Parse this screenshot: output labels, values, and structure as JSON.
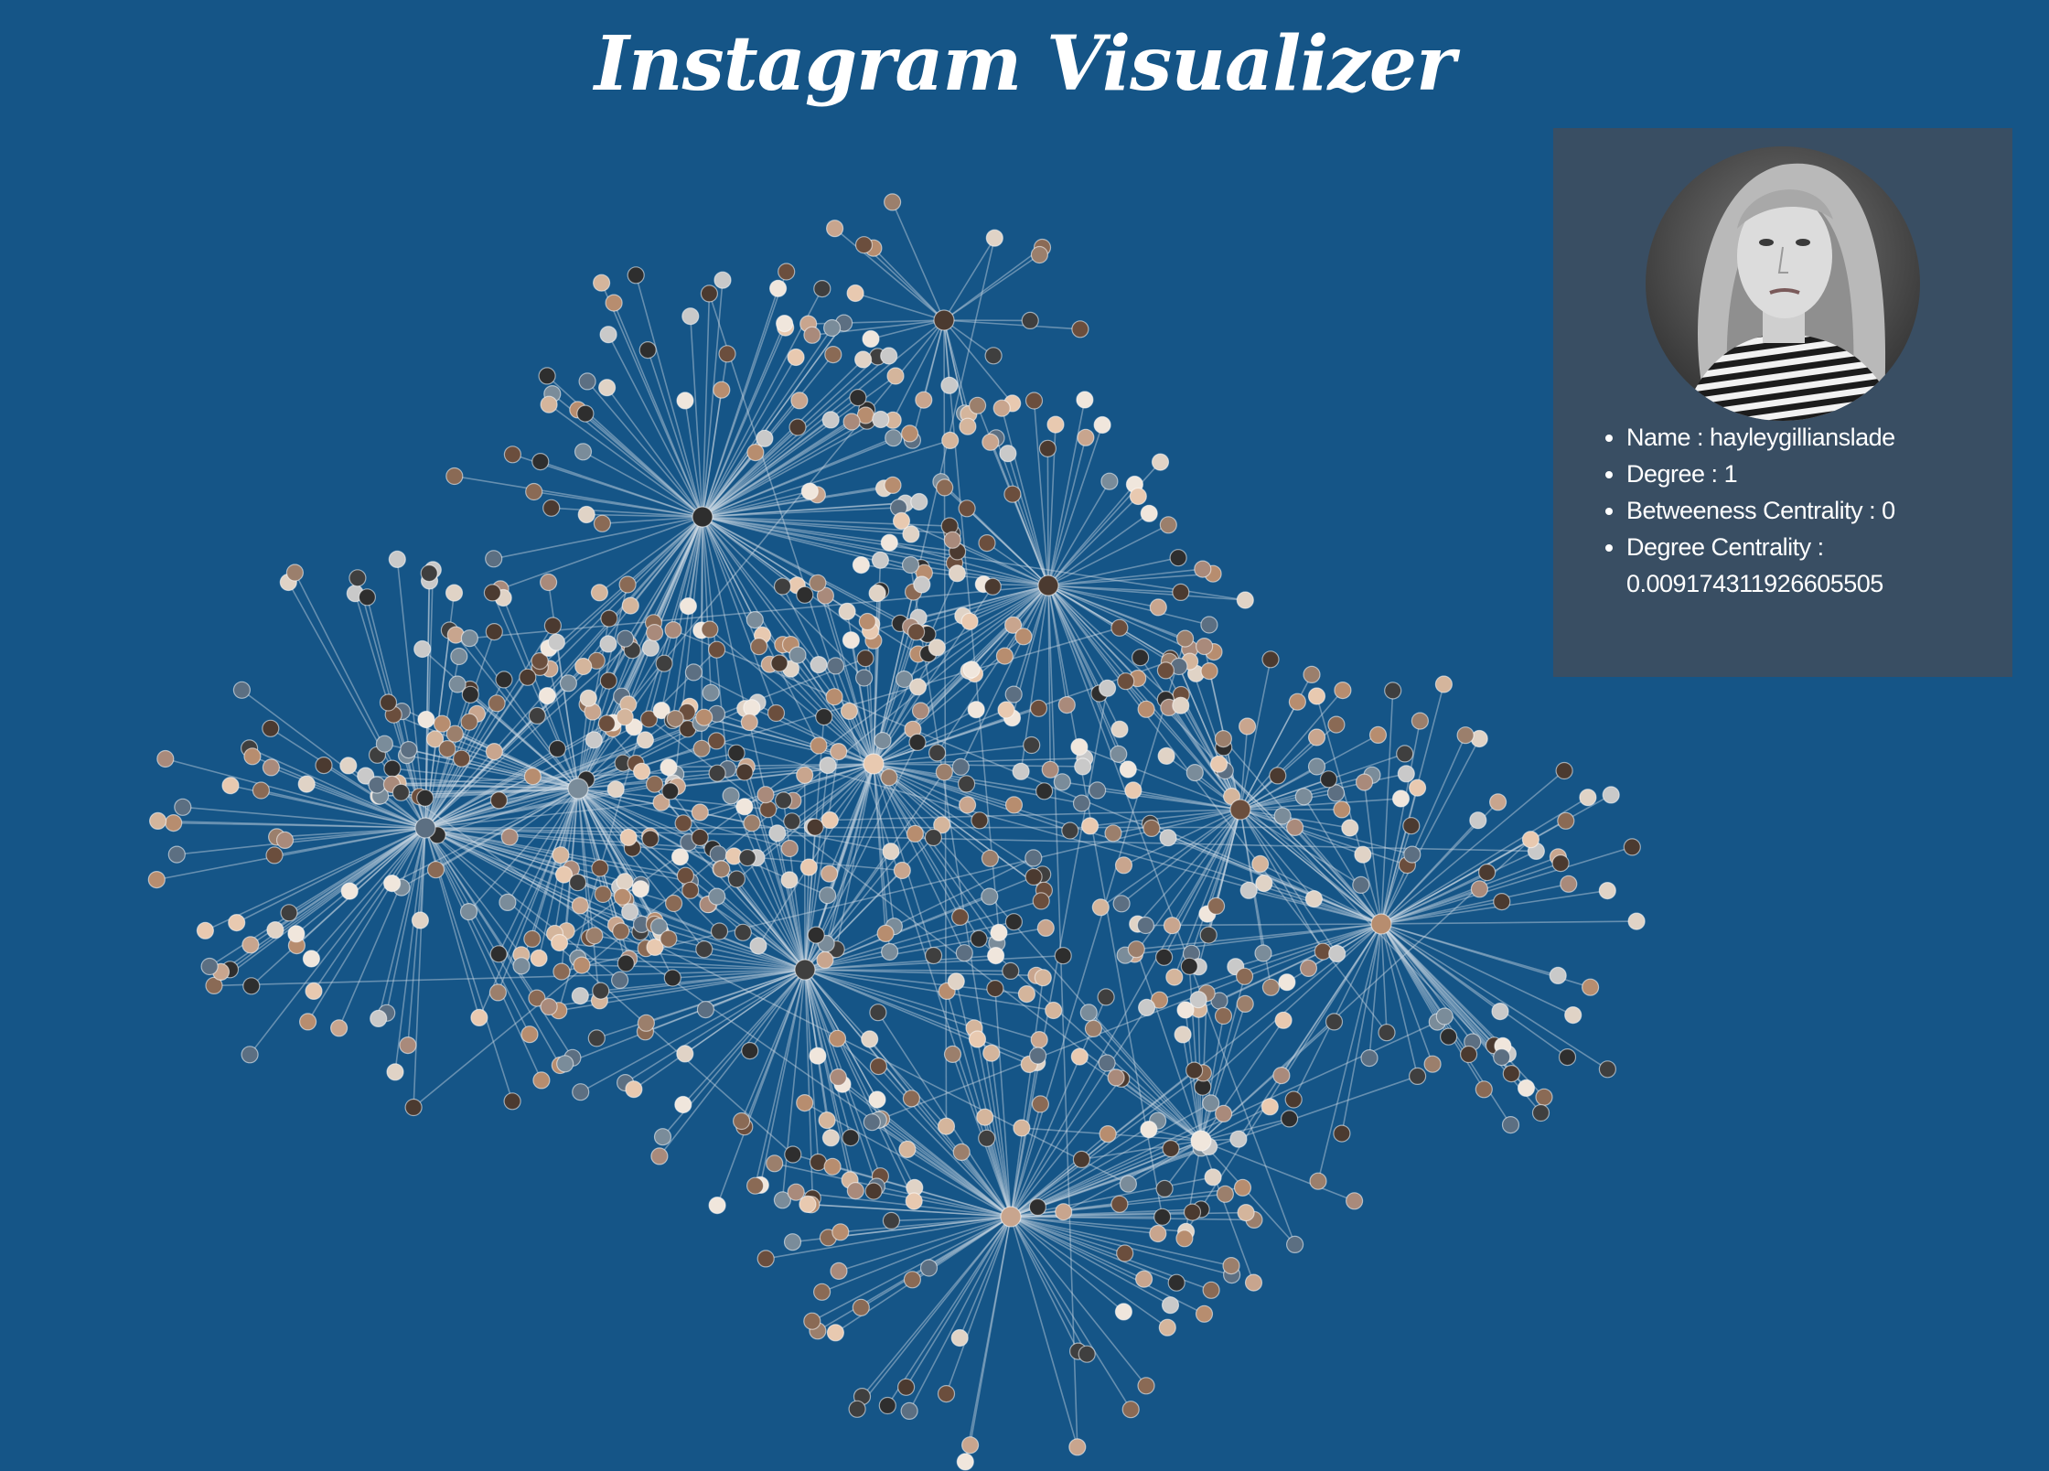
{
  "app": {
    "title": "Instagram Visualizer"
  },
  "colors": {
    "background": "#155587",
    "panel": "#394e63",
    "edge": "#c9d6e3",
    "text": "#ffffff"
  },
  "graph": {
    "node_icon": "profile-photo-node",
    "hub_count": 11
  },
  "profile": {
    "avatar_icon": "profile-photo-avatar",
    "stats": {
      "name_label": "Name : ",
      "name": "hayleygillianslade",
      "degree_label": "Degree : ",
      "degree": "1",
      "betweeness_label": "Betweeness Centrality : ",
      "betweeness": "0",
      "degree_centrality_label": "Degree Centrality :",
      "degree_centrality": "0.009174311926605505"
    }
  }
}
